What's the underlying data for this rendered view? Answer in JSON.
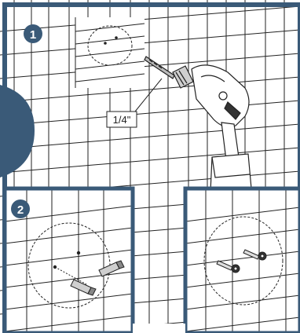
{
  "figure": {
    "colors": {
      "frame": "#3a5a78",
      "step_fill": "#3a5a78",
      "step_text": "#ffffff",
      "line": "#222222",
      "paper": "#ffffff",
      "drill_highlight": "#dddddd"
    },
    "step1": {
      "badge": "1",
      "label": "1/4\""
    },
    "step2": {
      "badge": "2"
    },
    "step3": {
      "badge": ""
    }
  }
}
